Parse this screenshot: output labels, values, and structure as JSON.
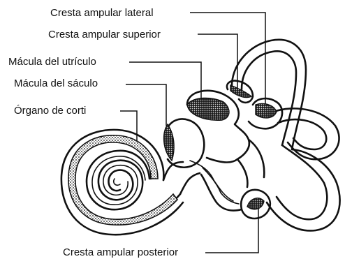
{
  "labels": {
    "cresta_lateral": "Cresta ampular lateral",
    "cresta_superior": "Cresta ampular superior",
    "macula_utriculo": "Mácula del utrículo",
    "macula_saculo": "Mácula del sáculo",
    "organo_corti": "Órgano de corti",
    "cresta_posterior": "Cresta ampular posterior"
  },
  "colors": {
    "ink": "#111111",
    "background": "#ffffff"
  }
}
